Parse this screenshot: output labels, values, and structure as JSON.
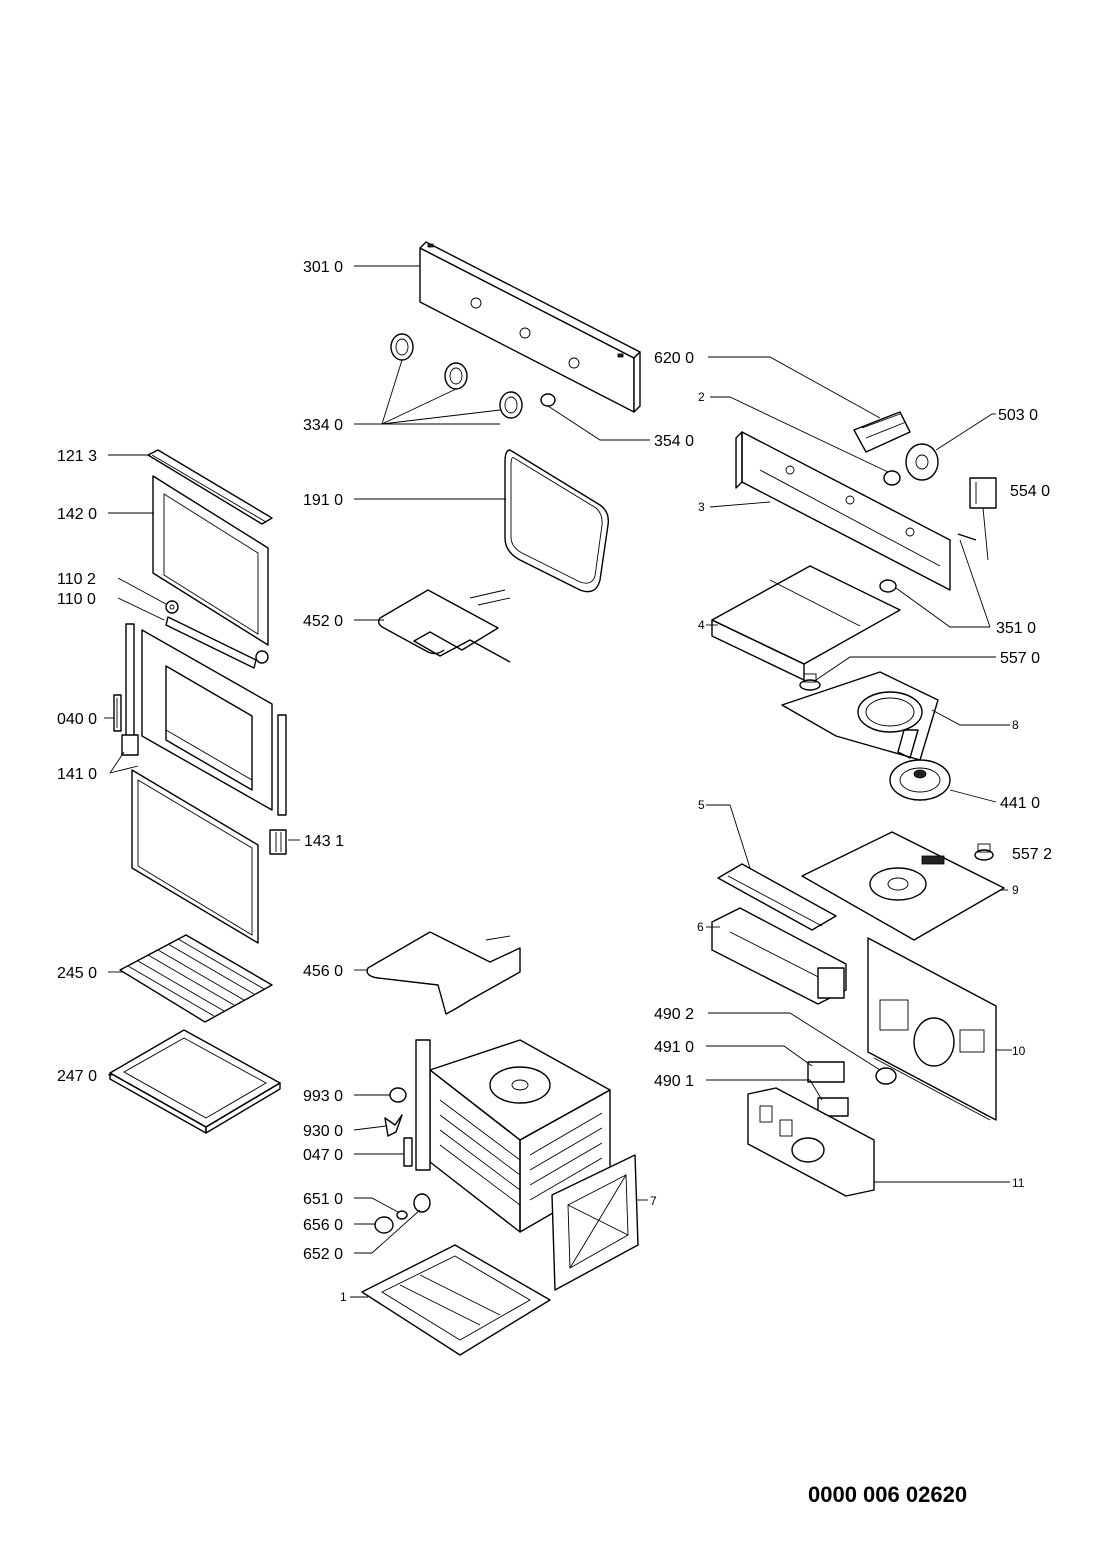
{
  "document_number": "0000 006 02620",
  "labels": {
    "l3010": "301 0",
    "l3340": "334 0",
    "l3540": "354 0",
    "l6200": "620 0",
    "l2": "2",
    "l5030": "503 0",
    "l5540": "554 0",
    "l3": "3",
    "l3510": "351 0",
    "l4": "4",
    "l5570": "557 0",
    "l8": "8",
    "l4410": "441 0",
    "l5": "5",
    "l5572": "557 2",
    "l9": "9",
    "l6": "6",
    "l10": "10",
    "l4902": "490 2",
    "l4910": "491 0",
    "l4901": "490 1",
    "l11": "11",
    "l1213": "121 3",
    "l1420": "142 0",
    "l1102": "110 2",
    "l1100": "110 0",
    "l0400": "040 0",
    "l1410": "141 0",
    "l1431": "143 1",
    "l2450": "245 0",
    "l2470": "247 0",
    "l1910": "191 0",
    "l4520": "452 0",
    "l4560": "456 0",
    "l9930": "993 0",
    "l9300": "930 0",
    "l0470": "047 0",
    "l6510": "651 0",
    "l6560": "656 0",
    "l6520": "652 0",
    "l7": "7",
    "l1": "1"
  }
}
